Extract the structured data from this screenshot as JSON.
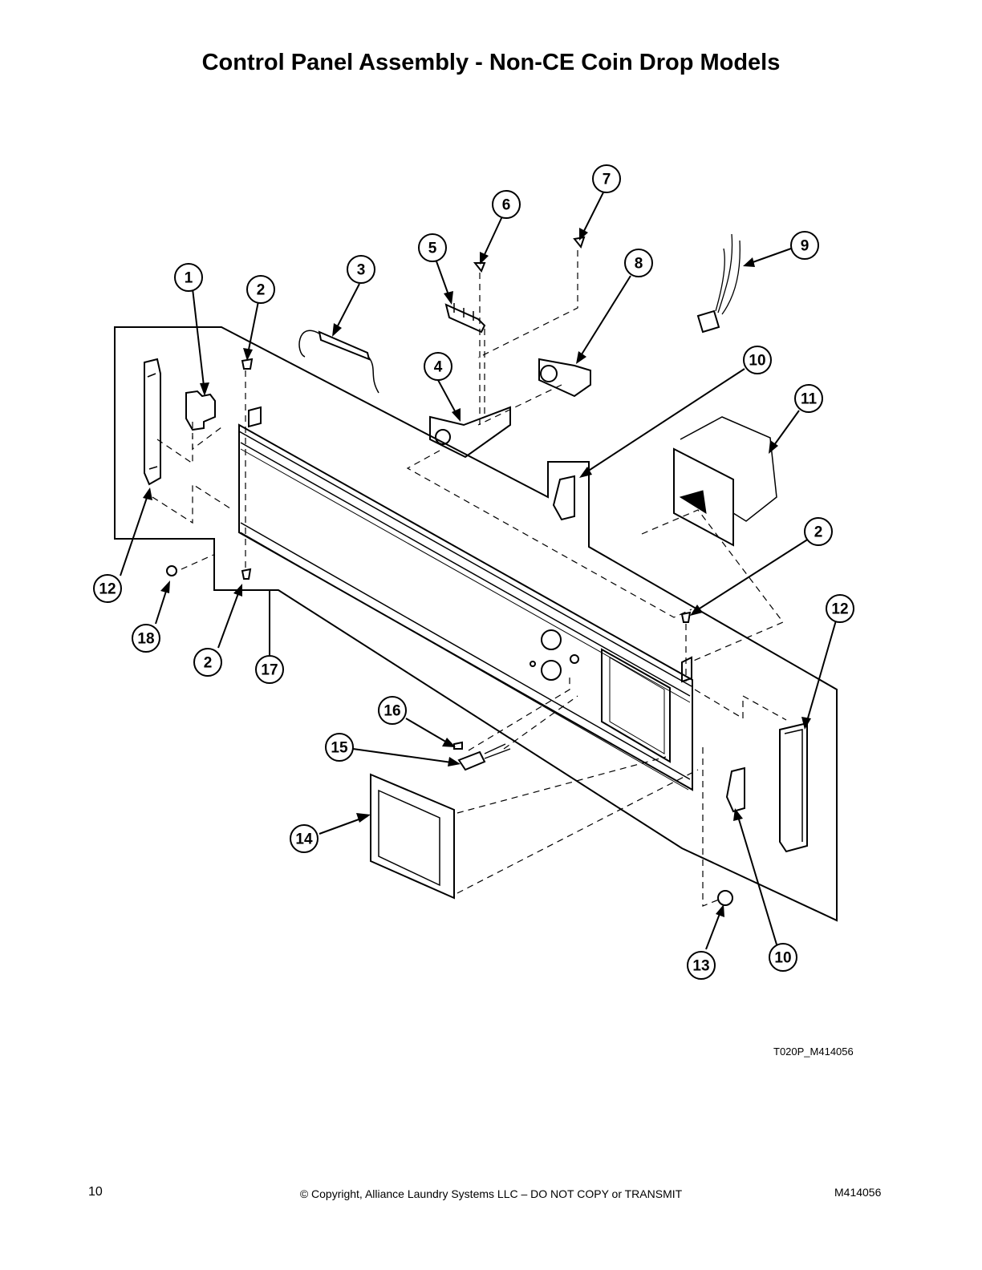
{
  "title": "Control Panel Assembly - Non-CE Coin Drop Models",
  "callouts": [
    "1",
    "2",
    "3",
    "4",
    "5",
    "6",
    "7",
    "8",
    "9",
    "10",
    "11",
    "2",
    "12",
    "18",
    "2",
    "17",
    "16",
    "15",
    "14",
    "12",
    "13",
    "10"
  ],
  "drawing_code": "T020P_M414056",
  "footer": {
    "page_number": "10",
    "copyright": "© Copyright, Alliance Laundry Systems LLC – DO NOT COPY or TRANSMIT",
    "doc_id": "M414056"
  }
}
